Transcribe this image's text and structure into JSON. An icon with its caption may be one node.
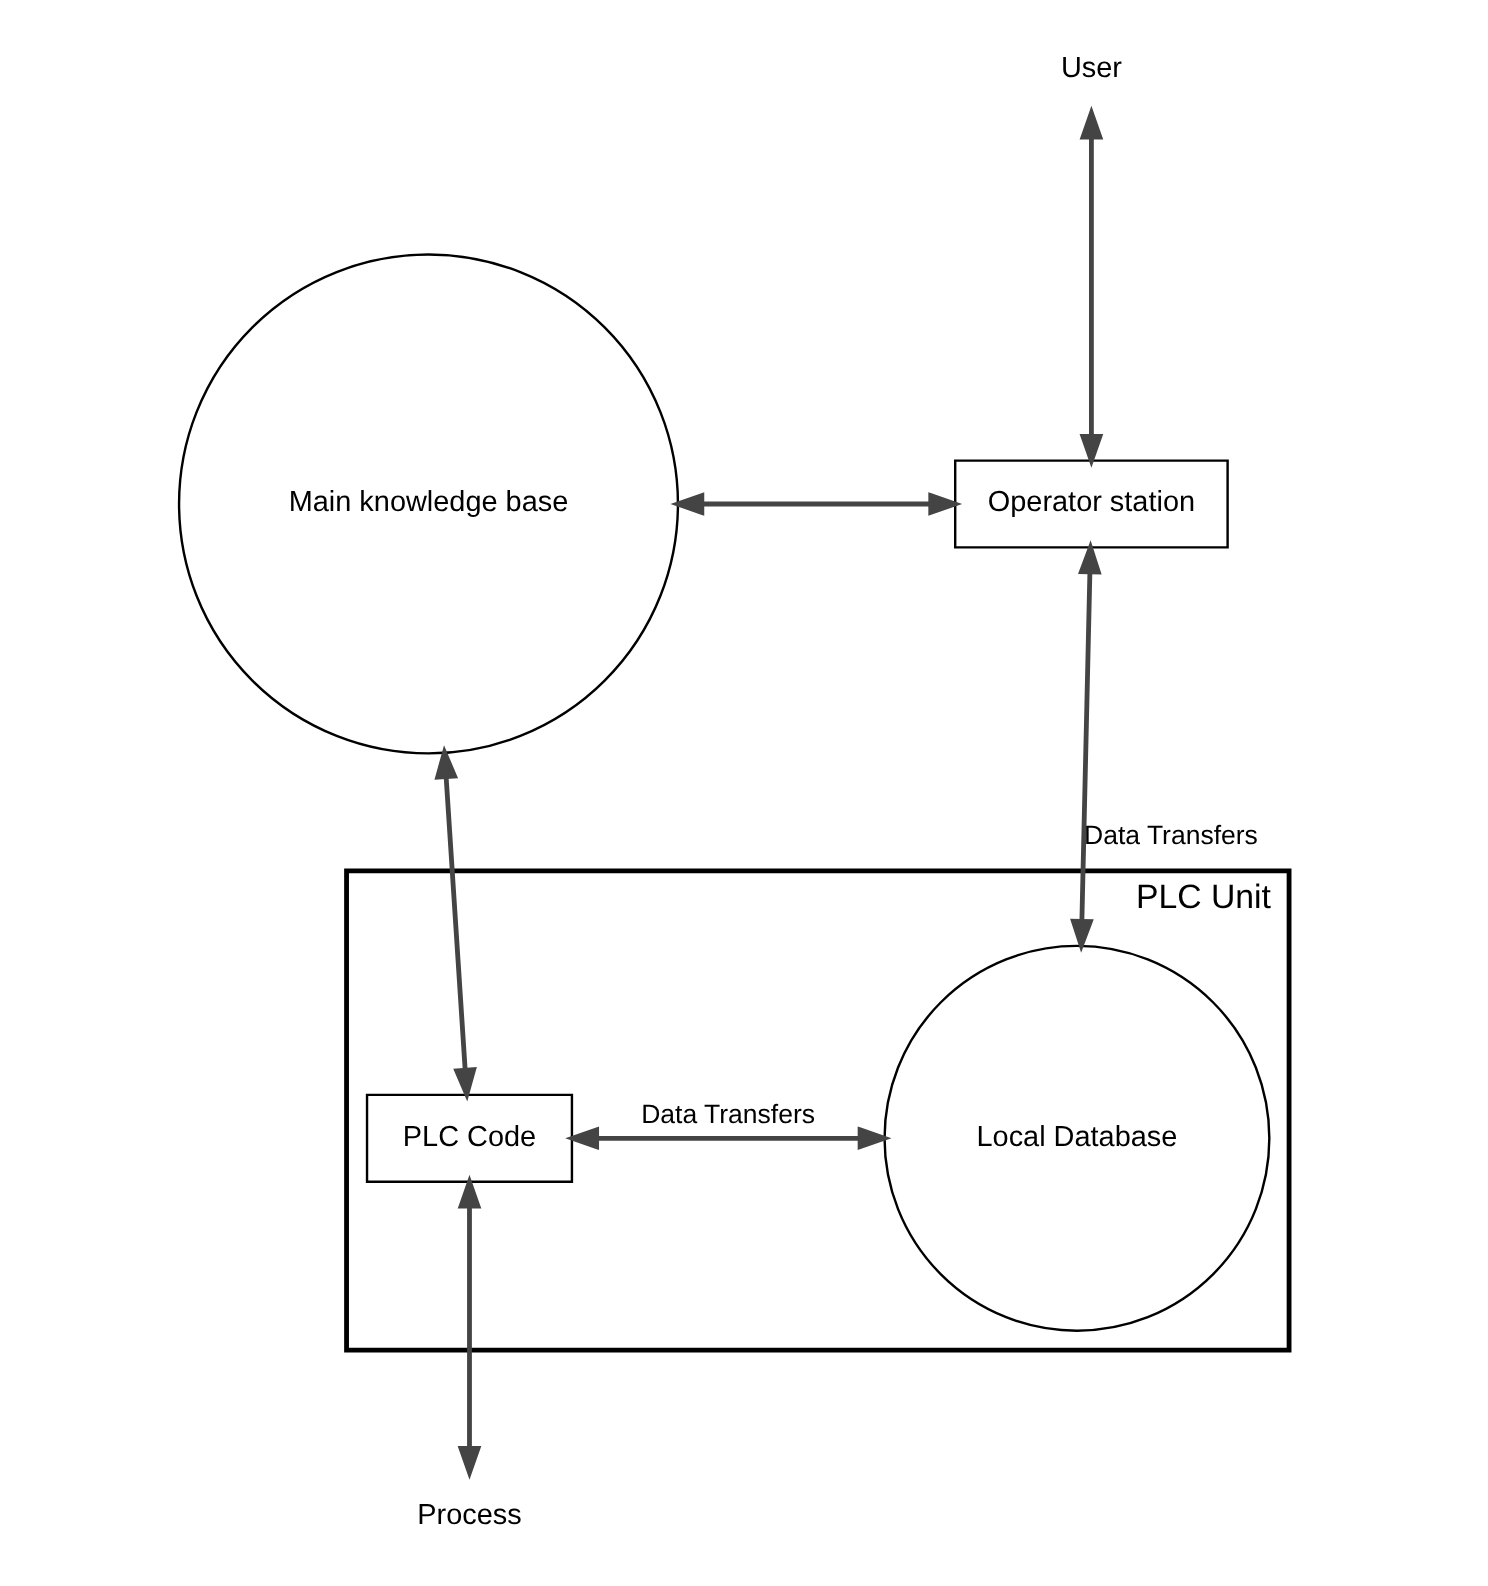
{
  "diagram": {
    "nodes": [
      {
        "text": [
          "Main knowledge base"
        ]
      },
      {
        "text": [
          "User"
        ]
      },
      {
        "text": [
          "Operator station"
        ]
      },
      {
        "text": [
          "PLC Unit"
        ]
      },
      {
        "text": [
          "PLC Code"
        ],
        "in": 3
      },
      {
        "text": [
          "Local Database"
        ],
        "in": 3
      },
      {
        "text": [
          "Process"
        ]
      }
    ],
    "edges": [
      {
        "from": 1,
        "to": 2,
        "arrow": "both"
      },
      {
        "from": 0,
        "to": 2,
        "arrow": "both"
      },
      {
        "from": 2,
        "to": 5,
        "arrow": "both",
        "label": "Data Transfers"
      },
      {
        "from": 0,
        "to": 4,
        "arrow": "both"
      },
      {
        "from": 4,
        "to": 5,
        "arrow": "both",
        "label": "Data Transfers"
      },
      {
        "from": 4,
        "to": 6,
        "arrow": "both"
      }
    ]
  }
}
